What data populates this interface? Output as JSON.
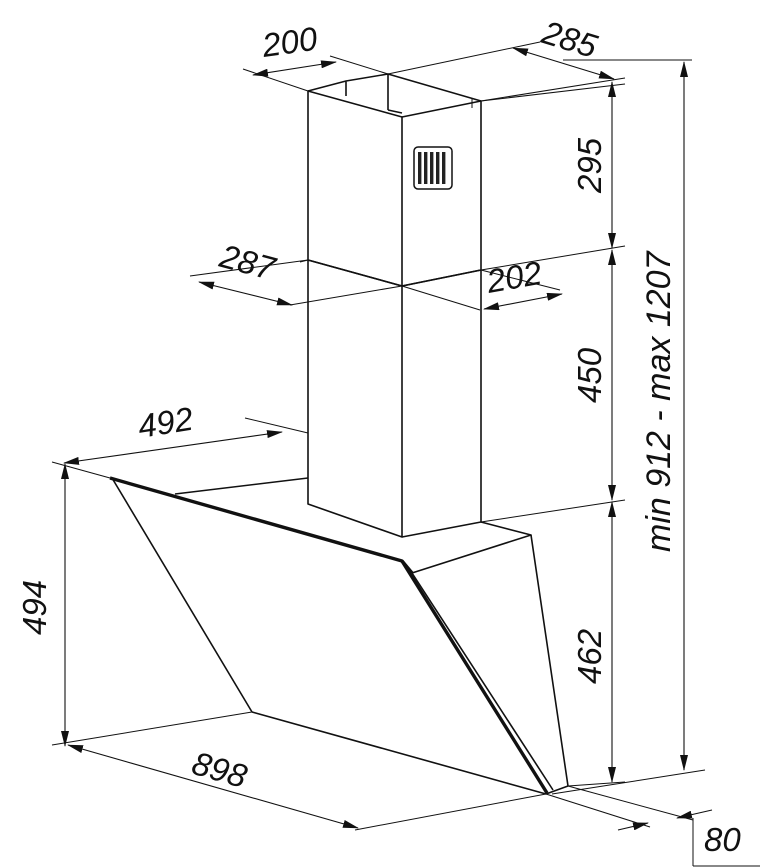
{
  "dimensions": {
    "chimney_top_depth": "200",
    "chimney_top_width": "285",
    "upper_chimney_height": "295",
    "chimney_mid_depth": "287",
    "chimney_mid_width": "202",
    "lower_chimney_height": "450",
    "hood_depth": "492",
    "total_height_range": "min 912 - max 1207",
    "glass_panel_height": "494",
    "hood_body_height": "462",
    "hood_width": "898",
    "base_depth": "80"
  },
  "colors": {
    "line": "#111111",
    "background": "#ffffff",
    "vent_slot": "#222222"
  },
  "icons": {
    "arrowhead": "filled-triangle-arrow",
    "vent": "grille-slots"
  }
}
